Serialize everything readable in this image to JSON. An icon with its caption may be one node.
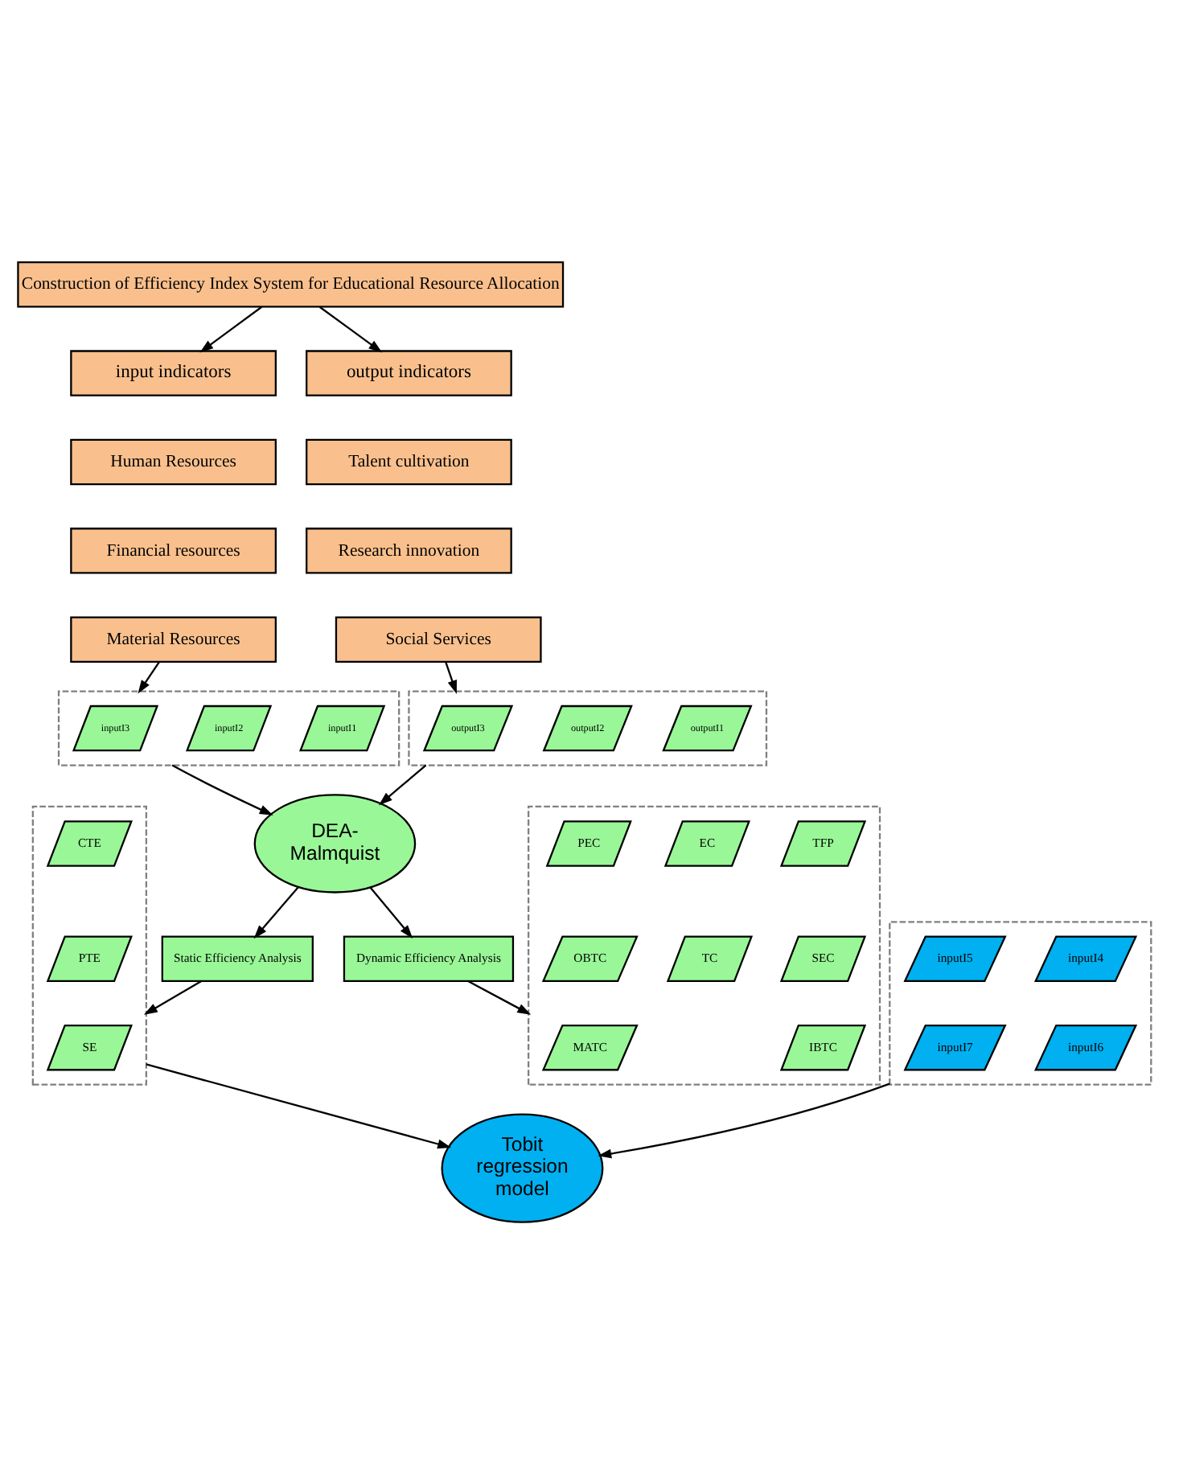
{
  "diagram": {
    "nodes": [
      {
        "text": [
          "Construction of Efficiency Index System for Educational Resource Allocation"
        ]
      },
      {
        "text": [
          "input indicators"
        ]
      },
      {
        "text": [
          "Human Resources"
        ]
      },
      {
        "text": [
          "Financial resources"
        ]
      },
      {
        "text": [
          "Material Resources"
        ]
      },
      {
        "text": [
          "output indicators"
        ]
      },
      {
        "text": [
          "Talent cultivation"
        ]
      },
      {
        "text": [
          "Research innovation"
        ]
      },
      {
        "text": [
          "Social Services"
        ]
      },
      {
        "text": [],
        "shape": "box"
      },
      {
        "text": [
          "inputI1"
        ],
        "in": 9
      },
      {
        "text": [
          "inputI2"
        ],
        "in": 9
      },
      {
        "text": [
          "inputI3"
        ],
        "in": 9
      },
      {
        "text": [
          "DEA- Malmquist"
        ]
      },
      {
        "text": [],
        "shape": "box"
      },
      {
        "text": [
          "outputI1"
        ],
        "in": 14
      },
      {
        "text": [
          "outputI2"
        ],
        "in": 14
      },
      {
        "text": [
          "outputI3"
        ],
        "in": 14
      },
      {
        "text": [
          "Static Efficiency Analysis"
        ]
      },
      {
        "text": [
          "Dynamic Efficiency Analysis"
        ]
      },
      {
        "text": [],
        "shape": "box"
      },
      {
        "text": [
          "CTE"
        ],
        "in": 20
      },
      {
        "text": [
          "PTE"
        ],
        "in": 20
      },
      {
        "text": [
          "SE"
        ],
        "in": 20
      },
      {
        "text": [],
        "shape": "box"
      },
      {
        "text": [
          "TFP"
        ],
        "in": 24
      },
      {
        "text": [
          "EC"
        ],
        "in": 24
      },
      {
        "text": [
          "PEC"
        ],
        "in": 24
      },
      {
        "text": [
          "SEC"
        ],
        "in": 24
      },
      {
        "text": [
          "TC"
        ],
        "in": 24
      },
      {
        "text": [
          "OBTC"
        ],
        "in": 24
      },
      {
        "text": [
          "IBTC"
        ],
        "in": 24
      },
      {
        "text": [
          "MATC"
        ],
        "in": 24
      },
      {
        "text": [
          "Tobit regression model"
        ]
      },
      {
        "text": [],
        "shape": "box"
      },
      {
        "text": [
          "inputI4"
        ],
        "in": 34
      },
      {
        "text": [
          "inputI5"
        ],
        "in": 34
      },
      {
        "text": [
          "inputI6"
        ],
        "in": 34
      },
      {
        "text": [
          "inputI7"
        ],
        "in": 34
      }
    ],
    "edges": [
      {
        "from": 0,
        "to": 1,
        "arrow": "to"
      },
      {
        "from": 0,
        "to": 5,
        "arrow": "to"
      },
      {
        "from": 4,
        "to": 9,
        "arrow": "to"
      },
      {
        "from": 8,
        "to": 14,
        "arrow": "to"
      },
      {
        "from": 9,
        "to": 13,
        "arrow": "to"
      },
      {
        "from": 14,
        "to": 13,
        "arrow": "to"
      },
      {
        "from": 13,
        "to": 18,
        "arrow": "to"
      },
      {
        "from": 13,
        "to": 19,
        "arrow": "to"
      },
      {
        "from": 18,
        "to": 20,
        "arrow": "to"
      },
      {
        "from": 19,
        "to": 24,
        "arrow": "to"
      },
      {
        "from": 20,
        "to": 33,
        "arrow": "to"
      },
      {
        "from": 34,
        "to": 33,
        "arrow": "to"
      }
    ]
  }
}
